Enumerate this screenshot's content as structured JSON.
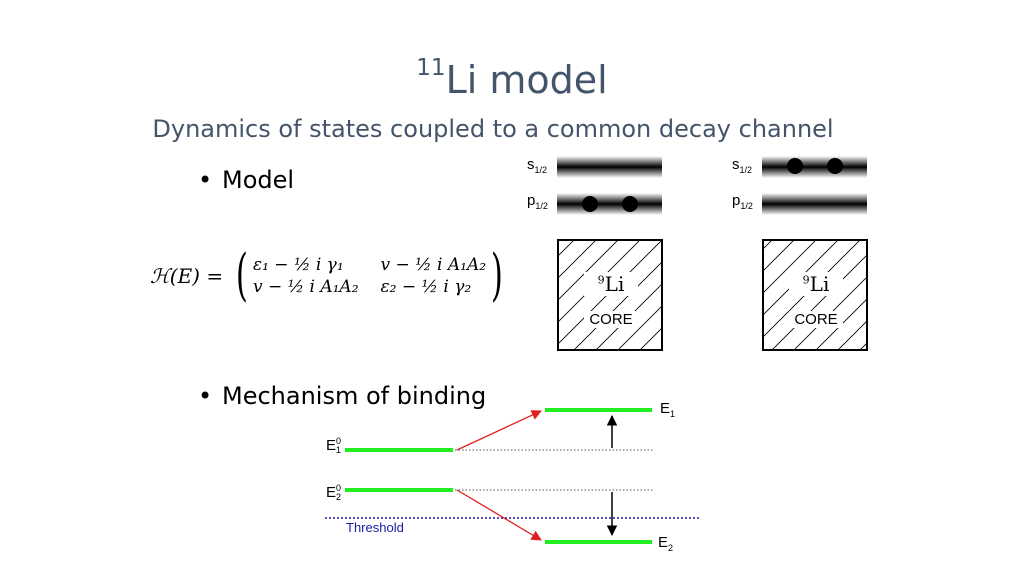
{
  "slide": {
    "title_sup": "11",
    "title_main": "Li model",
    "subtitle": "Dynamics of states coupled to a common decay channel",
    "bullet_model": "Model",
    "bullet_binding": "Mechanism of binding"
  },
  "formula": {
    "lhs": "ℋ(E) =",
    "m11": "ε₁ − ½ i γ₁",
    "m12": "v − ½ i A₁A₂",
    "m21": "v − ½ i A₁A₂",
    "m22": "ε₂ − ½ i γ₂"
  },
  "diagram1": {
    "s_label": "s",
    "s_sub": "1/2",
    "p_label": "p",
    "p_sub": "1/2",
    "core_isotope_sup": "9",
    "core_isotope": "Li",
    "core_label": "CORE"
  },
  "diagram2": {
    "s_label": "s",
    "s_sub": "1/2",
    "p_label": "p",
    "p_sub": "1/2",
    "core_isotope_sup": "9",
    "core_isotope": "Li",
    "core_label": "CORE"
  },
  "levels": {
    "e1_label": "E",
    "e1_sub": "1",
    "e1_0_label": "E",
    "e1_0_sub": "1",
    "e1_0_sup": "0",
    "e2_0_label": "E",
    "e2_0_sub": "2",
    "e2_0_sup": "0",
    "e2_label": "E",
    "e2_sub": "2",
    "threshold_label": "Threshold",
    "level_color": "#22ee22",
    "arrow_color": "#e02020",
    "threshold_color": "#1a1aa8"
  }
}
